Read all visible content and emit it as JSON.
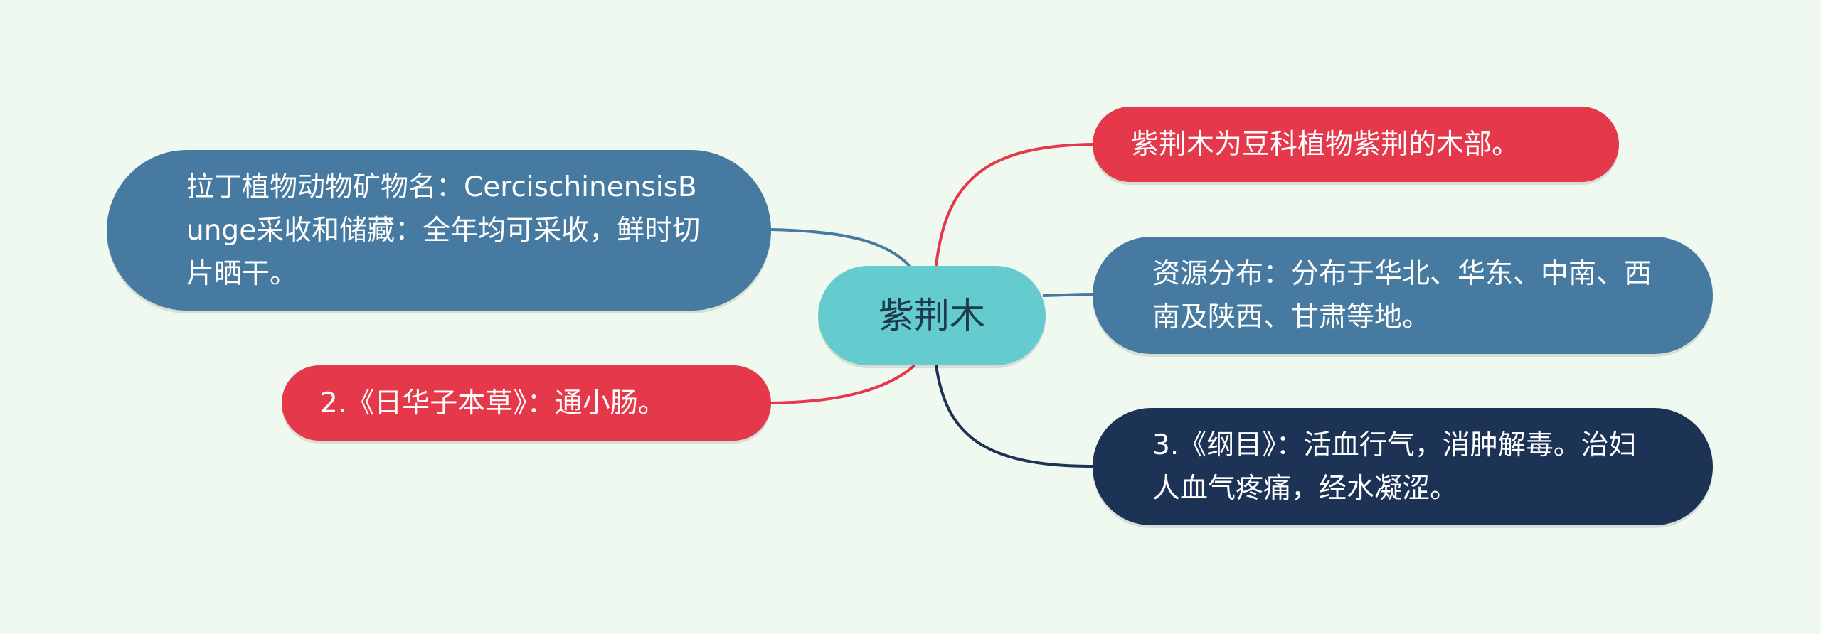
{
  "mindmap": {
    "center": {
      "label": "紫荆木",
      "color": "#64cccf"
    },
    "branches": [
      {
        "text": "紫荆木为豆科植物紫荆的木部。",
        "color": "#e5384a"
      },
      {
        "text": "资源分布：分布于华北、华东、中南、西南及陕西、甘肃等地。",
        "color": "#467aa0"
      },
      {
        "text": "3.《纲目》：活血行气，消肿解毒。治妇人血气疼痛，经水凝涩。",
        "color": "#1d3356"
      },
      {
        "text": "拉丁植物动物矿物名：CercischinensisBunge采收和储藏：全年均可采收，鲜时切片晒干。",
        "color": "#467aa0"
      },
      {
        "text": "2.《日华子本草》：通小肠。",
        "color": "#e5384a"
      }
    ]
  },
  "background_color": "#eff9ef"
}
